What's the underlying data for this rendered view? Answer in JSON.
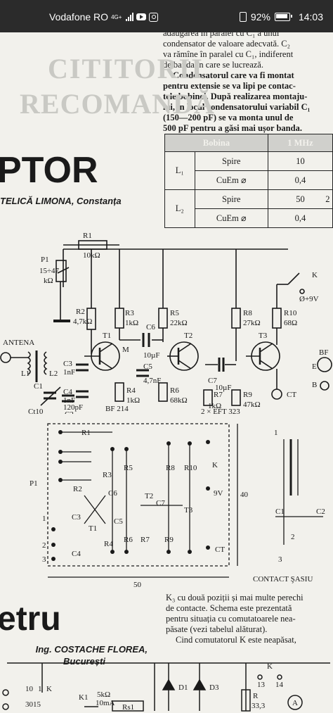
{
  "status_bar": {
    "carrier": "Vodafone RO",
    "network": "4G+",
    "battery": "92%",
    "time": "14:03"
  },
  "article": {
    "intro_lines": [
      "adăugarea în paralel cu C₁ a unui",
      "condensator de valoare adecvată. C₂",
      "va rămîne în paralel cu C₁, indiferent",
      "de banda în care se lucrează."
    ],
    "bold_lines": [
      "Condensatorul care va fi montat",
      "pentru extensie se va lipi pe contac-",
      "tele bobinei. După realizarea montaju-",
      "lui, în locul condensatorului variabil C₁",
      "(150—200 pF) se va monta unul de",
      "500 pF pentru a găsi mai ușor banda."
    ],
    "banner_line1": "CITITORII",
    "banner_line2": "RECOMANDĂ",
    "headline1": "PTOR",
    "author1": "TELICĂ LIMONA, Constanța",
    "headline2": "etru",
    "author2_line1": "Ing. COSTACHE FLOREA,",
    "author2_line2": "București",
    "second_text": [
      "K₃ cu două poziții și mai multe perechi",
      "de contacte. Schema este prezentată",
      "pentru situația cu comutatoarele nea-",
      "păsate (vezi tabelul alăturat).",
      "Cind comutatorul K este neapăsat,"
    ]
  },
  "coil_table": {
    "headers": [
      "Bobina",
      "1 MHz"
    ],
    "rows": [
      {
        "coil": "L₁",
        "param": "Spire",
        "value": "10"
      },
      {
        "coil": "",
        "param": "CuEm ⌀",
        "value": "0,4"
      },
      {
        "coil": "L₂",
        "param": "Spire",
        "value": "50",
        "extra": "2"
      },
      {
        "coil": "",
        "param": "CuEm ⌀",
        "value": "0,4"
      }
    ]
  },
  "schematic": {
    "R1": "R1",
    "R1v": "10kΩ",
    "P1": "P1",
    "P1v": "15÷47",
    "P1u": "kΩ",
    "R2": "R2",
    "R2v": "4,7kΩ",
    "R3": "R3",
    "R3v": "1kΩ",
    "R5": "R5",
    "R5v": "22kΩ",
    "R8": "R8",
    "R8v": "27kΩ",
    "R10": "R10",
    "R10v": "68Ω",
    "C6": "C6",
    "C6v": "10µF",
    "C5": "C5",
    "C5v": "4,7nF",
    "C3": "C3",
    "C3v": "1nF",
    "C4": "C4",
    "C4v": "1nF",
    "C7": "C7",
    "C7v": "10µF",
    "R4": "R4",
    "R4v": "1kΩ",
    "R6": "R6",
    "R6v": "68kΩ",
    "R7": "R7",
    "R7v": "1kΩ",
    "R9": "R9",
    "R9v": "47kΩ",
    "T1": "T1",
    "T2": "T2",
    "T3": "T3",
    "M": "M",
    "antenna": "ANTENA",
    "L1": "L1",
    "L2": "L2",
    "C1": "C1",
    "C2": "C2",
    "C1v": "Ct10",
    "C2v": "120pF",
    "t1type": "BF 214",
    "t23type": "2 × EFT 323",
    "K": "K",
    "supply": "Ø+9V",
    "CT": "CT",
    "BF": "BF",
    "E": "E",
    "B": "B"
  },
  "pcb": {
    "dim_width": "50",
    "dim_height": "40",
    "P1": "P1",
    "R1": "R1",
    "R2": "R2",
    "R3": "R3",
    "R4": "R4",
    "R5": "R5",
    "R6": "R6",
    "R7": "R7",
    "R8": "R8",
    "R9": "R9",
    "R10": "R10",
    "C3": "C3",
    "C4": "C4",
    "C5": "C5",
    "C6": "C6",
    "C7": "C7",
    "T1": "T1",
    "T2": "T2",
    "T3": "T3",
    "K": "K",
    "V9": "9V",
    "CT": "CT",
    "pin1": "1",
    "pin2": "2",
    "pin3": "3",
    "coil_pin1": "1",
    "coil_pin2": "2",
    "coil_pin3": "3",
    "coil_C1": "C1",
    "coil_C2": "C2",
    "contact_label": "CONTACT ŞASIU"
  },
  "schematic2": {
    "K": "K",
    "K1": "K1",
    "K13": "13",
    "K14": "14",
    "p10": "10",
    "p3015": "3015",
    "p1": "1",
    "R5k": "5kΩ",
    "I10": "10mA",
    "Rs1": "Rs1",
    "D1": "D1",
    "D3": "D3",
    "R": "R",
    "R33": "33,3",
    "A": "A"
  },
  "colors": {
    "status_bar": "#2b2b2b",
    "paper": "#f2f1ec",
    "ink": "#1a1a1a"
  }
}
